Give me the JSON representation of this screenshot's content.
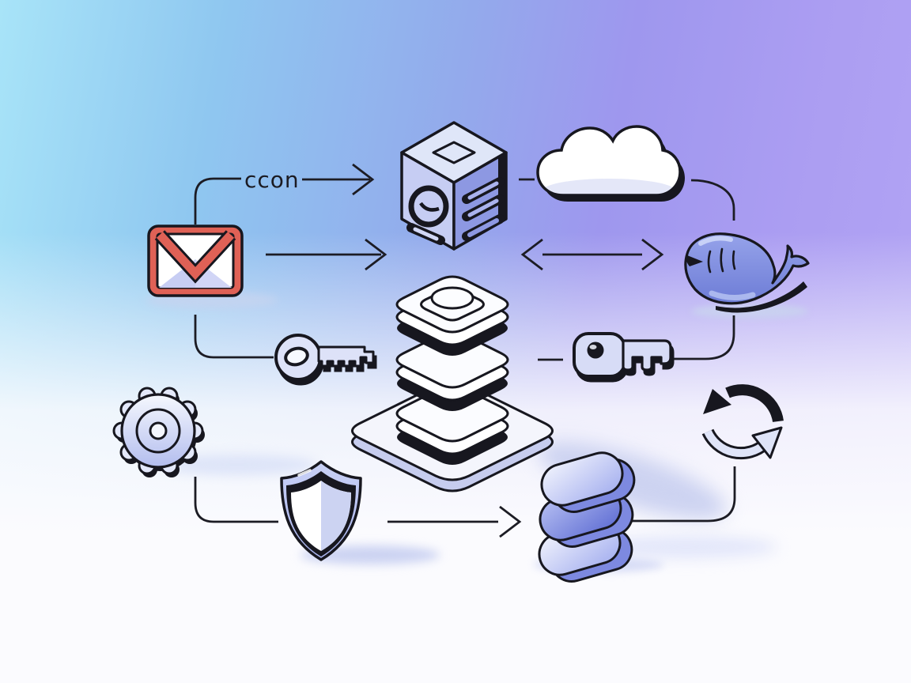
{
  "illustration": {
    "label": "ccon",
    "nodes": [
      {
        "id": "gmail",
        "icon": "gmail-envelope-icon"
      },
      {
        "id": "app-cube",
        "icon": "isometric-cube-app-icon"
      },
      {
        "id": "cloud",
        "icon": "cloud-icon"
      },
      {
        "id": "whale",
        "icon": "whale-icon"
      },
      {
        "id": "key-left",
        "icon": "key-icon"
      },
      {
        "id": "database-stack",
        "icon": "database-stack-icon"
      },
      {
        "id": "key-right",
        "icon": "key-icon"
      },
      {
        "id": "gear",
        "icon": "gear-icon"
      },
      {
        "id": "shield",
        "icon": "shield-icon"
      },
      {
        "id": "coil-stack",
        "icon": "stacked-coils-icon"
      },
      {
        "id": "sync",
        "icon": "sync-arrows-icon"
      }
    ],
    "colors": {
      "bg_top_left": "#a8e4f8",
      "bg_top_right": "#aa9cf1",
      "bg_bottom": "#fbfbfe",
      "outline": "#17171f",
      "gmail_red": "#df6156",
      "envelope_fold": "#c7cdf3",
      "cube_top": "#dfe6f8",
      "cube_left": "#c6cdf3",
      "cube_right": "#8d98e2",
      "whale_blue": "#7583d8",
      "icon_light": "#dde2f8",
      "slab_white": "#fbfcff",
      "pill_blue": "#7d89e0",
      "shadow_lavender": "#ccd3f2"
    }
  }
}
